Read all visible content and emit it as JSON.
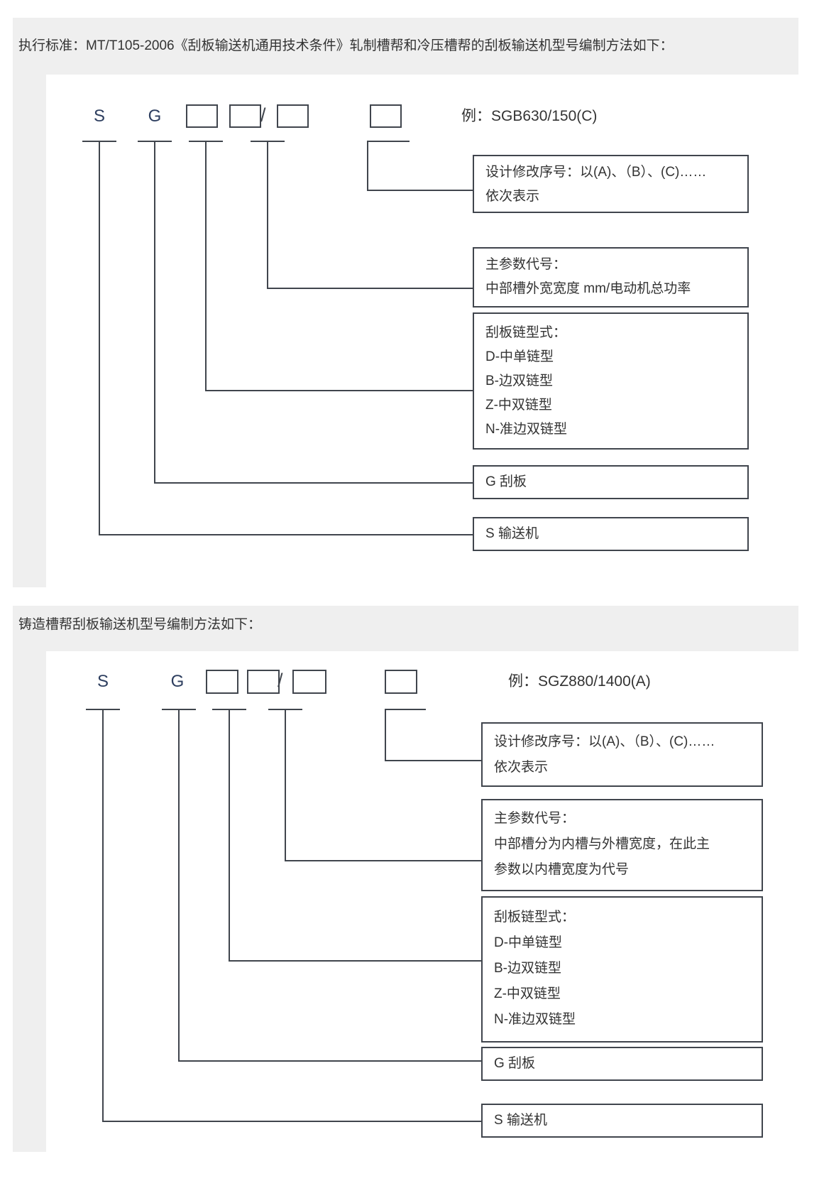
{
  "theme": {
    "page_bg": "#ffffff",
    "section_bg": "#efefef",
    "line_color": "#40454d",
    "text_color": "#333333",
    "letter_color": "#2d3e5f"
  },
  "sections": [
    {
      "header": "执行标准：MT/T105-2006《刮板输送机通用技术条件》轧制槽帮和冷压槽帮的刮板输送机型号编制方法如下：",
      "letter_s": "S",
      "letter_g": "G",
      "slash": "/",
      "example": "例：SGB630/150(C)",
      "labels": [
        {
          "name": "design-revision",
          "lines": [
            "设计修改序号：以(A)、（B）、(C)……",
            "依次表示"
          ]
        },
        {
          "name": "main-parameter",
          "lines": [
            "主参数代号：",
            "中部槽外宽宽度 mm/电动机总功率"
          ]
        },
        {
          "name": "chain-type",
          "lines": [
            "刮板链型式：",
            "D-中单链型",
            "B-边双链型",
            "Z-中双链型",
            "N-准边双链型"
          ]
        },
        {
          "name": "g-scraper",
          "lines": [
            "G 刮板"
          ]
        },
        {
          "name": "s-conveyor",
          "lines": [
            "S 输送机"
          ]
        }
      ]
    },
    {
      "header": "铸造槽帮刮板输送机型号编制方法如下：",
      "letter_s": "S",
      "letter_g": "G",
      "slash": "/",
      "example": "例：SGZ880/1400(A)",
      "labels": [
        {
          "name": "design-revision",
          "lines": [
            "设计修改序号：以(A)、（B）、(C)……",
            "依次表示"
          ]
        },
        {
          "name": "main-parameter",
          "lines": [
            "主参数代号：",
            "中部槽分为内槽与外槽宽度，在此主",
            "参数以内槽宽度为代号"
          ]
        },
        {
          "name": "chain-type",
          "lines": [
            "刮板链型式：",
            "D-中单链型",
            "B-边双链型",
            "Z-中双链型",
            "N-准边双链型"
          ]
        },
        {
          "name": "g-scraper",
          "lines": [
            "G 刮板"
          ]
        },
        {
          "name": "s-conveyor",
          "lines": [
            "S 输送机"
          ]
        }
      ]
    }
  ]
}
